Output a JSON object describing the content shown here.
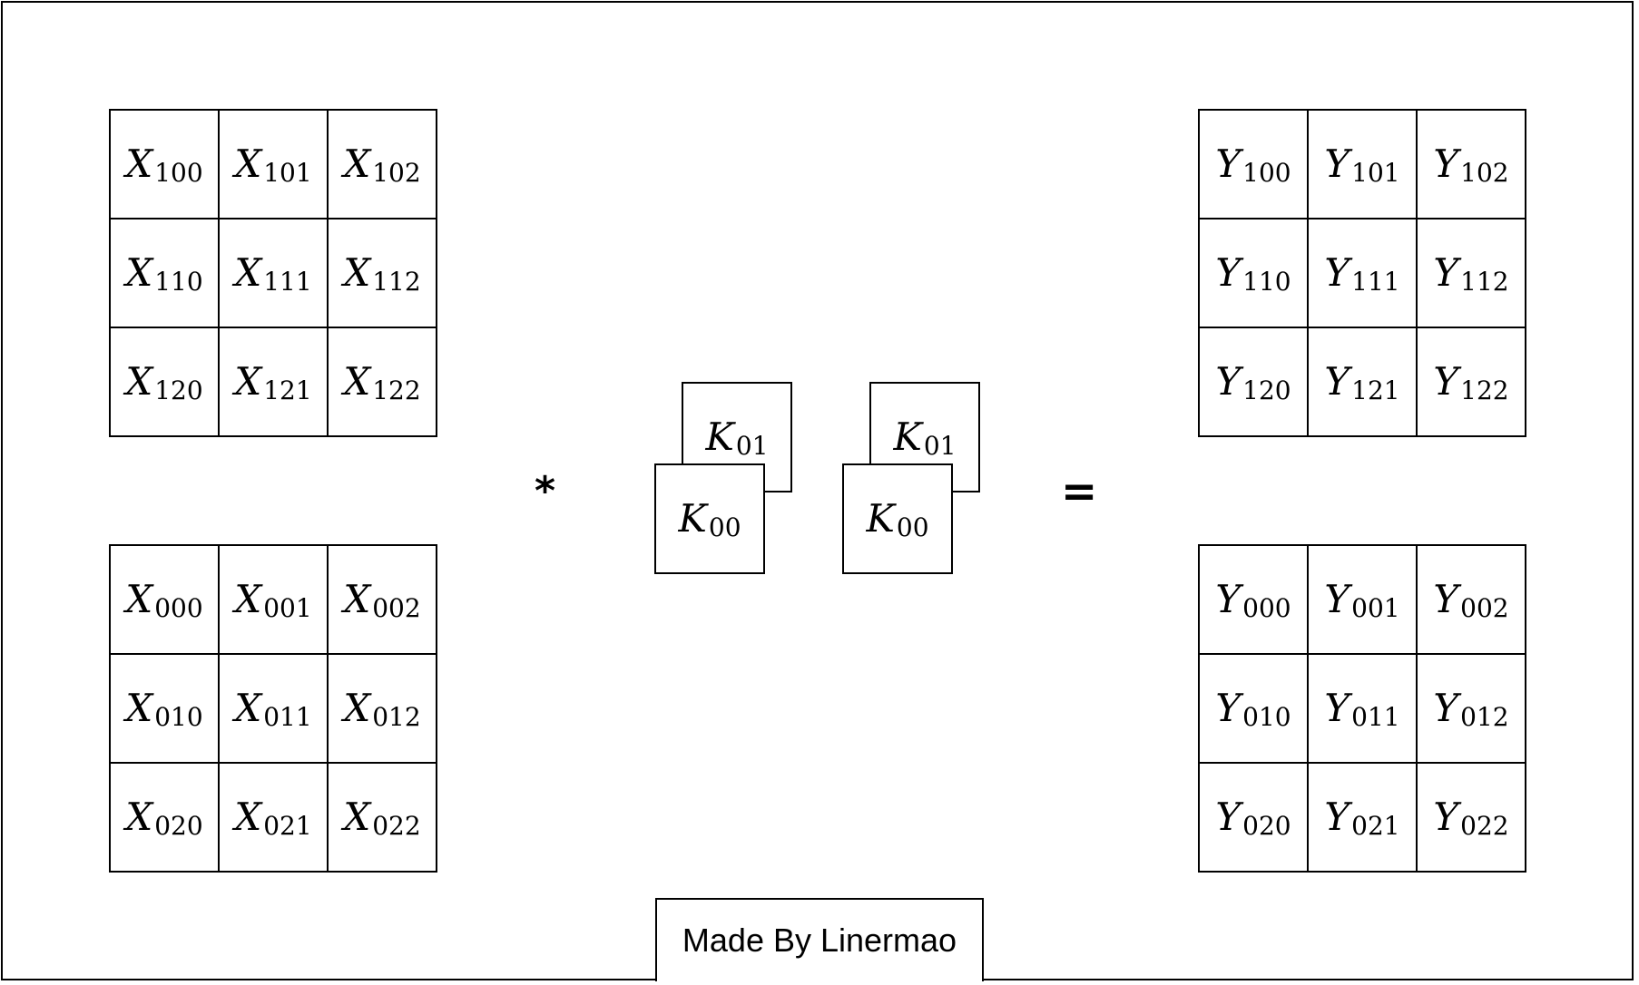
{
  "x_top": {
    "label": "X",
    "cells": [
      "100",
      "101",
      "102",
      "110",
      "111",
      "112",
      "120",
      "121",
      "122"
    ]
  },
  "x_bottom": {
    "label": "X",
    "cells": [
      "000",
      "001",
      "002",
      "010",
      "011",
      "012",
      "020",
      "021",
      "022"
    ]
  },
  "y_top": {
    "label": "Y",
    "cells": [
      "100",
      "101",
      "102",
      "110",
      "111",
      "112",
      "120",
      "121",
      "122"
    ]
  },
  "y_bottom": {
    "label": "Y",
    "cells": [
      "000",
      "001",
      "002",
      "010",
      "011",
      "012",
      "020",
      "021",
      "022"
    ]
  },
  "kernels": [
    {
      "label": "K",
      "back": "01",
      "front": "00"
    },
    {
      "label": "K",
      "back": "01",
      "front": "00"
    }
  ],
  "operators": {
    "convolve": "*",
    "equals": "="
  },
  "credit": "Made By Linermao"
}
